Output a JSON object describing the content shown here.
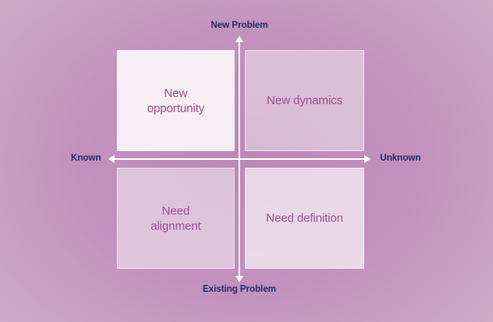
{
  "diagram": {
    "axes": {
      "top": "New Problem",
      "bottom": "Existing Problem",
      "left": "Known",
      "right": "Unknown"
    },
    "quadrants": {
      "top_left": "New opportunity",
      "top_right": "New dynamics",
      "bottom_left": "Need alignment",
      "bottom_right": "Need definition"
    },
    "colors": {
      "axis_label_text": "#1f2f66",
      "quadrant_label_text": "#9d5390",
      "arrow": "#ffffff",
      "background_center": "#bc88b7",
      "background_edge": "#dcc6db"
    }
  }
}
